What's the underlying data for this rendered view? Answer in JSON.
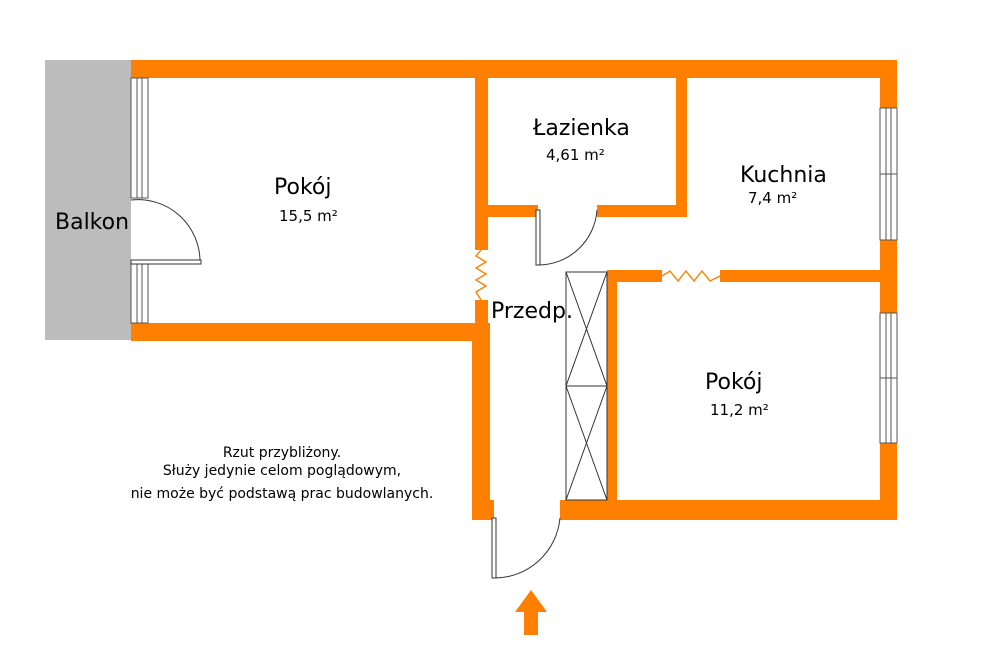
{
  "rooms": {
    "balkon": {
      "name": "Balkon"
    },
    "pokoj_1": {
      "name": "Pokój",
      "area": "15,5 m²"
    },
    "lazienka": {
      "name": "Łazienka",
      "area": "4,61 m²"
    },
    "kuchnia": {
      "name": "Kuchnia",
      "area": "7,4 m²"
    },
    "przedpokoj": {
      "name": "Przedp."
    },
    "pokoj_2": {
      "name": "Pokój",
      "area": "11,2 m²"
    }
  },
  "note": {
    "line1": "Rzut przybliżony.",
    "line2": "Służy jedynie celom poglądowym,",
    "line3": "nie może być podstawą prac budowlanych."
  },
  "colors": {
    "wall": "#ff8000",
    "balcony": "#bcbcbc",
    "entrance_arrow": "#ff8000"
  }
}
